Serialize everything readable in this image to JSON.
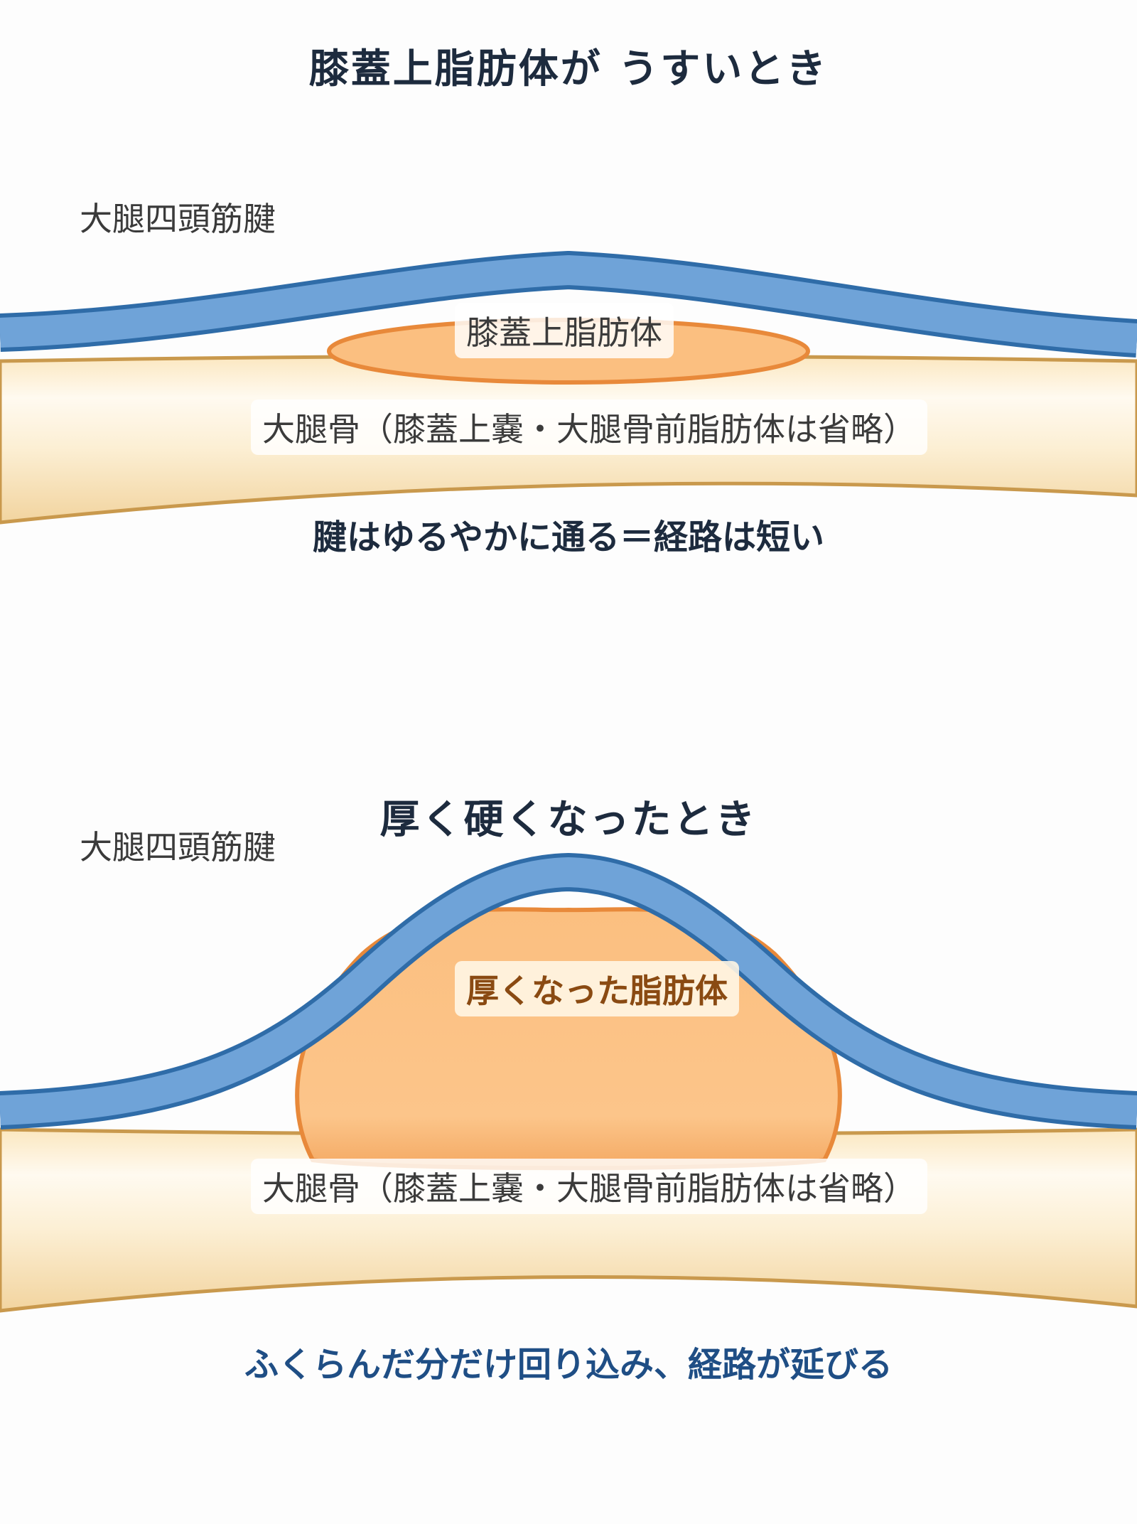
{
  "colors": {
    "tendon_fill": "#6fa3d8",
    "tendon_edge": "#2f6ca8",
    "fat_fill": "#fbbf80",
    "fat_edge": "#e8893a",
    "bone_fill": "#fbeccc",
    "bone_edge": "#c9994d",
    "heading": "#1d2b3e",
    "caption_blue": "#1f4e85"
  },
  "panels": [
    {
      "heading": "膝蓋上脂肪体が うすいとき",
      "tendon_label": "大腿四頭筋腱",
      "fat_label": "膝蓋上脂肪体",
      "bone_label": "大腿骨（膝蓋上嚢・大腿骨前脂肪体は省略）",
      "caption": "腱はゆるやかに通る＝経路は短い"
    },
    {
      "heading": "厚く硬くなったとき",
      "tendon_label": "大腿四頭筋腱",
      "fat_label": "厚くなった脂肪体",
      "bone_label": "大腿骨（膝蓋上嚢・大腿骨前脂肪体は省略）",
      "caption": "ふくらんだ分だけ回り込み、経路が延びる"
    }
  ]
}
